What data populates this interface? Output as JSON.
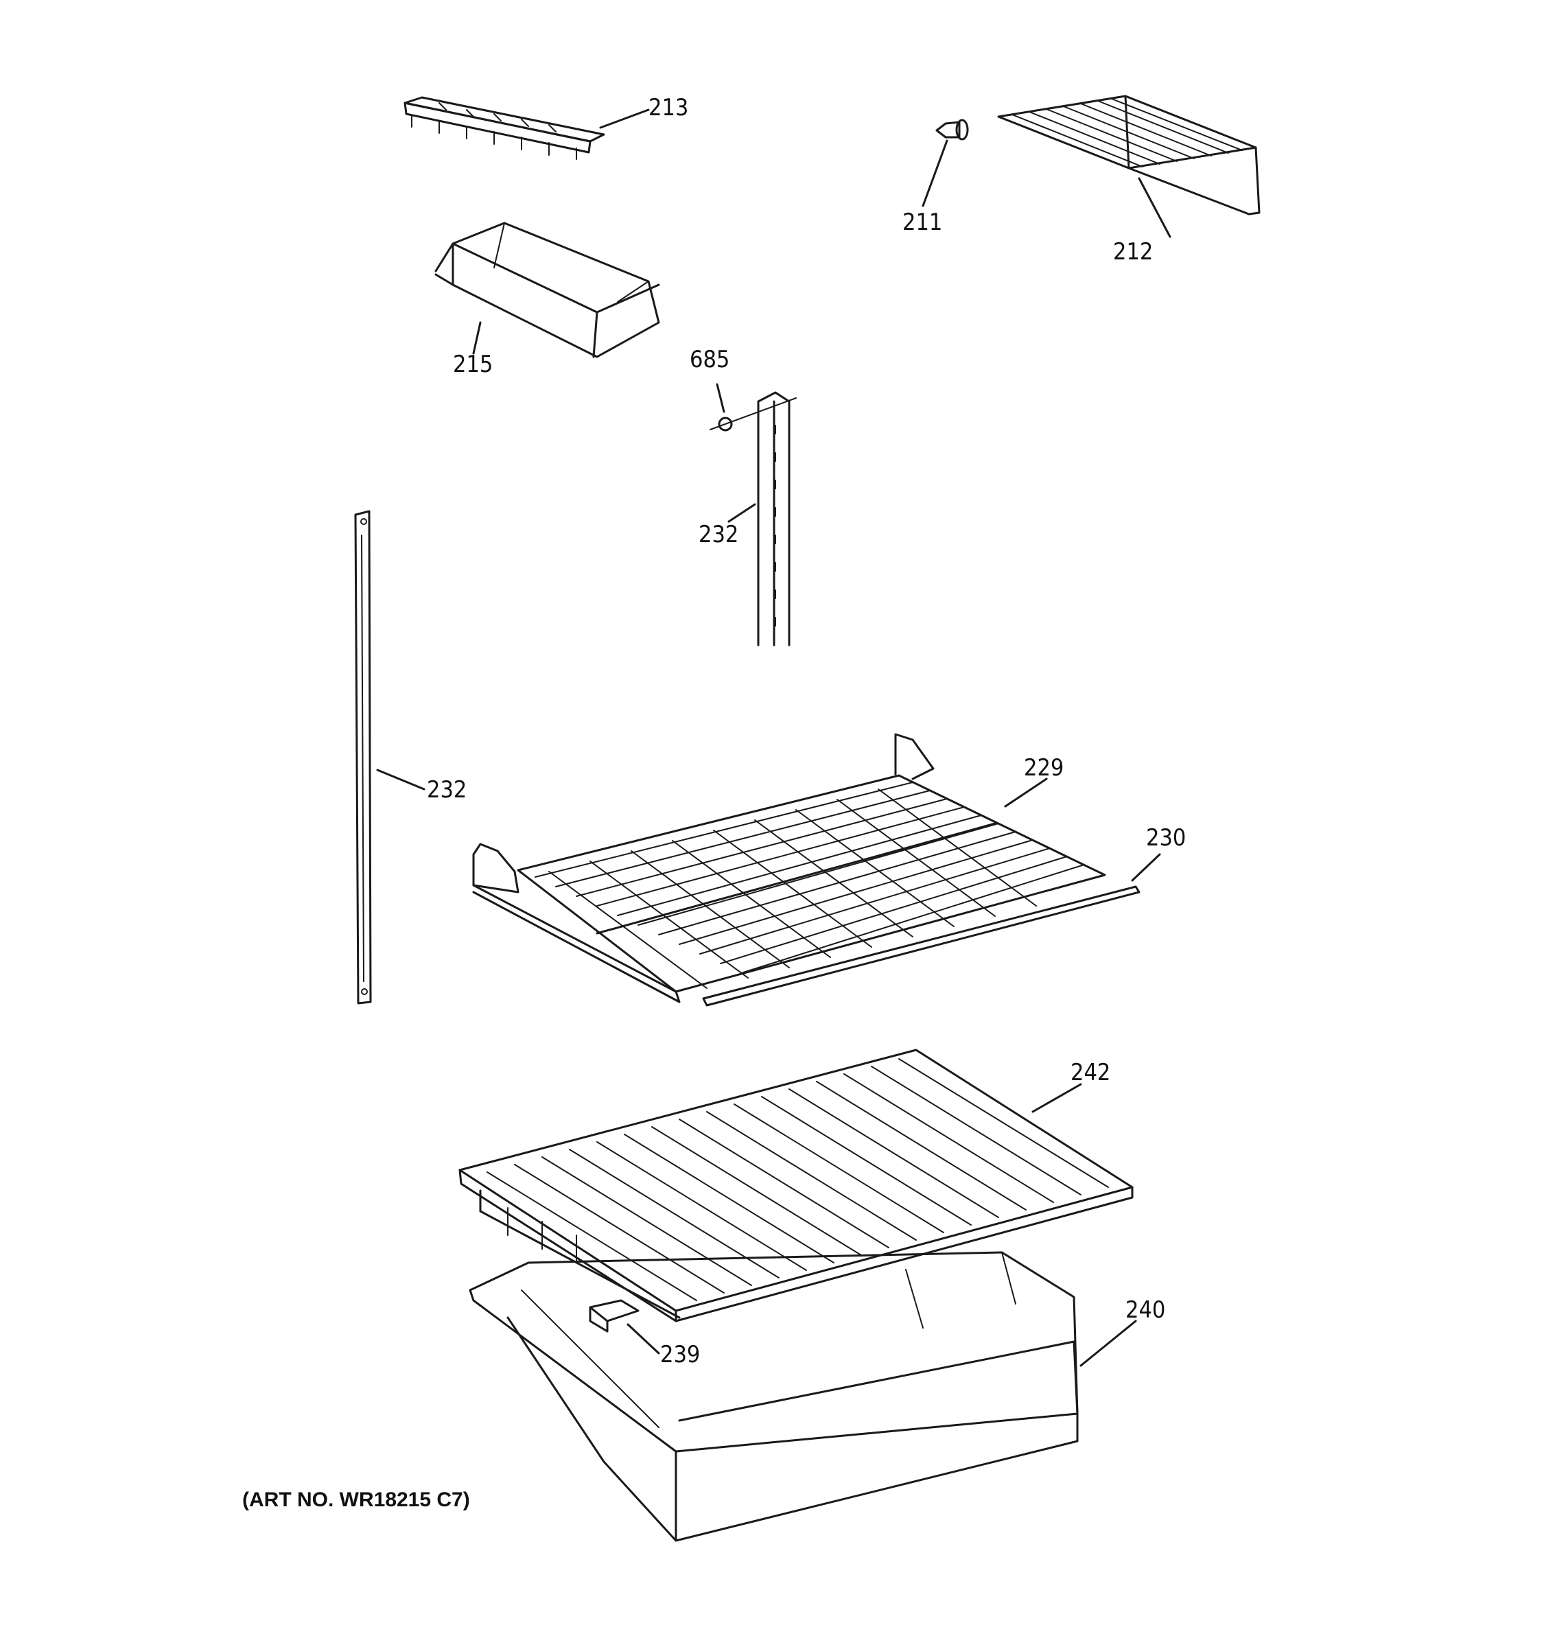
{
  "callouts": {
    "c213": "213",
    "c211": "211",
    "c212": "212",
    "c215": "215",
    "c685": "685",
    "c232a": "232",
    "c232b": "232",
    "c229": "229",
    "c230": "230",
    "c242": "242",
    "c240": "240",
    "c239": "239"
  },
  "art_number": "(ART NO. WR18215 C7)"
}
